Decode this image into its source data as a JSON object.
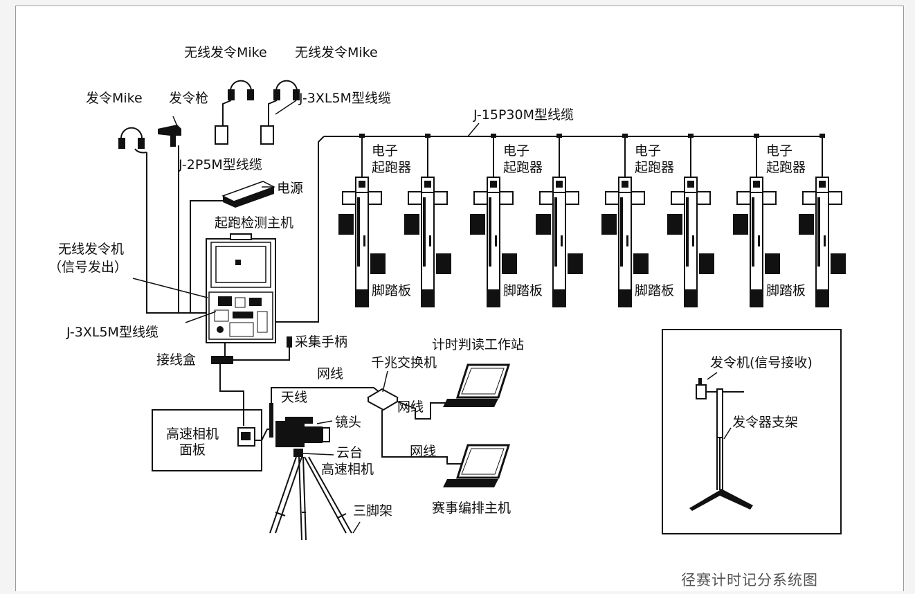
{
  "labels": {
    "wireless_mike_1": "无线发令Mike",
    "wireless_mike_2": "无线发令Mike",
    "cable_j3xl5m_top": "J-3XL5M型线缆",
    "cable_j15p30m": "J-15P30M型线缆",
    "starter_mike": "发令Mike",
    "starter_gun": "发令枪",
    "cable_j2p5m": "J-2P5M型线缆",
    "power": "电源",
    "detector_host": "起跑检测主机",
    "wireless_starter_l1": "无线发令机",
    "wireless_starter_l2": "（信号发出）",
    "cable_j3xl5m_bottom": "J-3XL5M型线缆",
    "collector_handle": "采集手柄",
    "junction_box": "接线盒",
    "timing_station": "计时判读工作站",
    "gigabit_switch": "千兆交换机",
    "network_1": "网线",
    "network_2": "网线",
    "network_3": "网线",
    "antenna": "天线",
    "lens": "镜头",
    "pan_tilt": "云台",
    "hs_camera": "高速相机",
    "camera_panel_l1": "高速相机",
    "camera_panel_l2": "面板",
    "tripod": "三脚架",
    "event_host": "赛事编排主机",
    "starter_receiver": "发令机(信号接收)",
    "starter_stand": "发令器支架",
    "caption": "径赛计时记分系统图"
  },
  "lanes": [
    {
      "label_1": "电子",
      "label_2": "起跑器",
      "pedal": "脚踏板"
    },
    {
      "label_1": "电子",
      "label_2": "起跑器",
      "pedal": "脚踏板"
    },
    {
      "label_1": "电子",
      "label_2": "起跑器",
      "pedal": "脚踏板"
    },
    {
      "label_1": "电子",
      "label_2": "起跑器",
      "pedal": "脚踏板"
    }
  ],
  "colors": {
    "line": "#111111",
    "frame_border": "#9a9a9a",
    "caption": "#555555"
  }
}
